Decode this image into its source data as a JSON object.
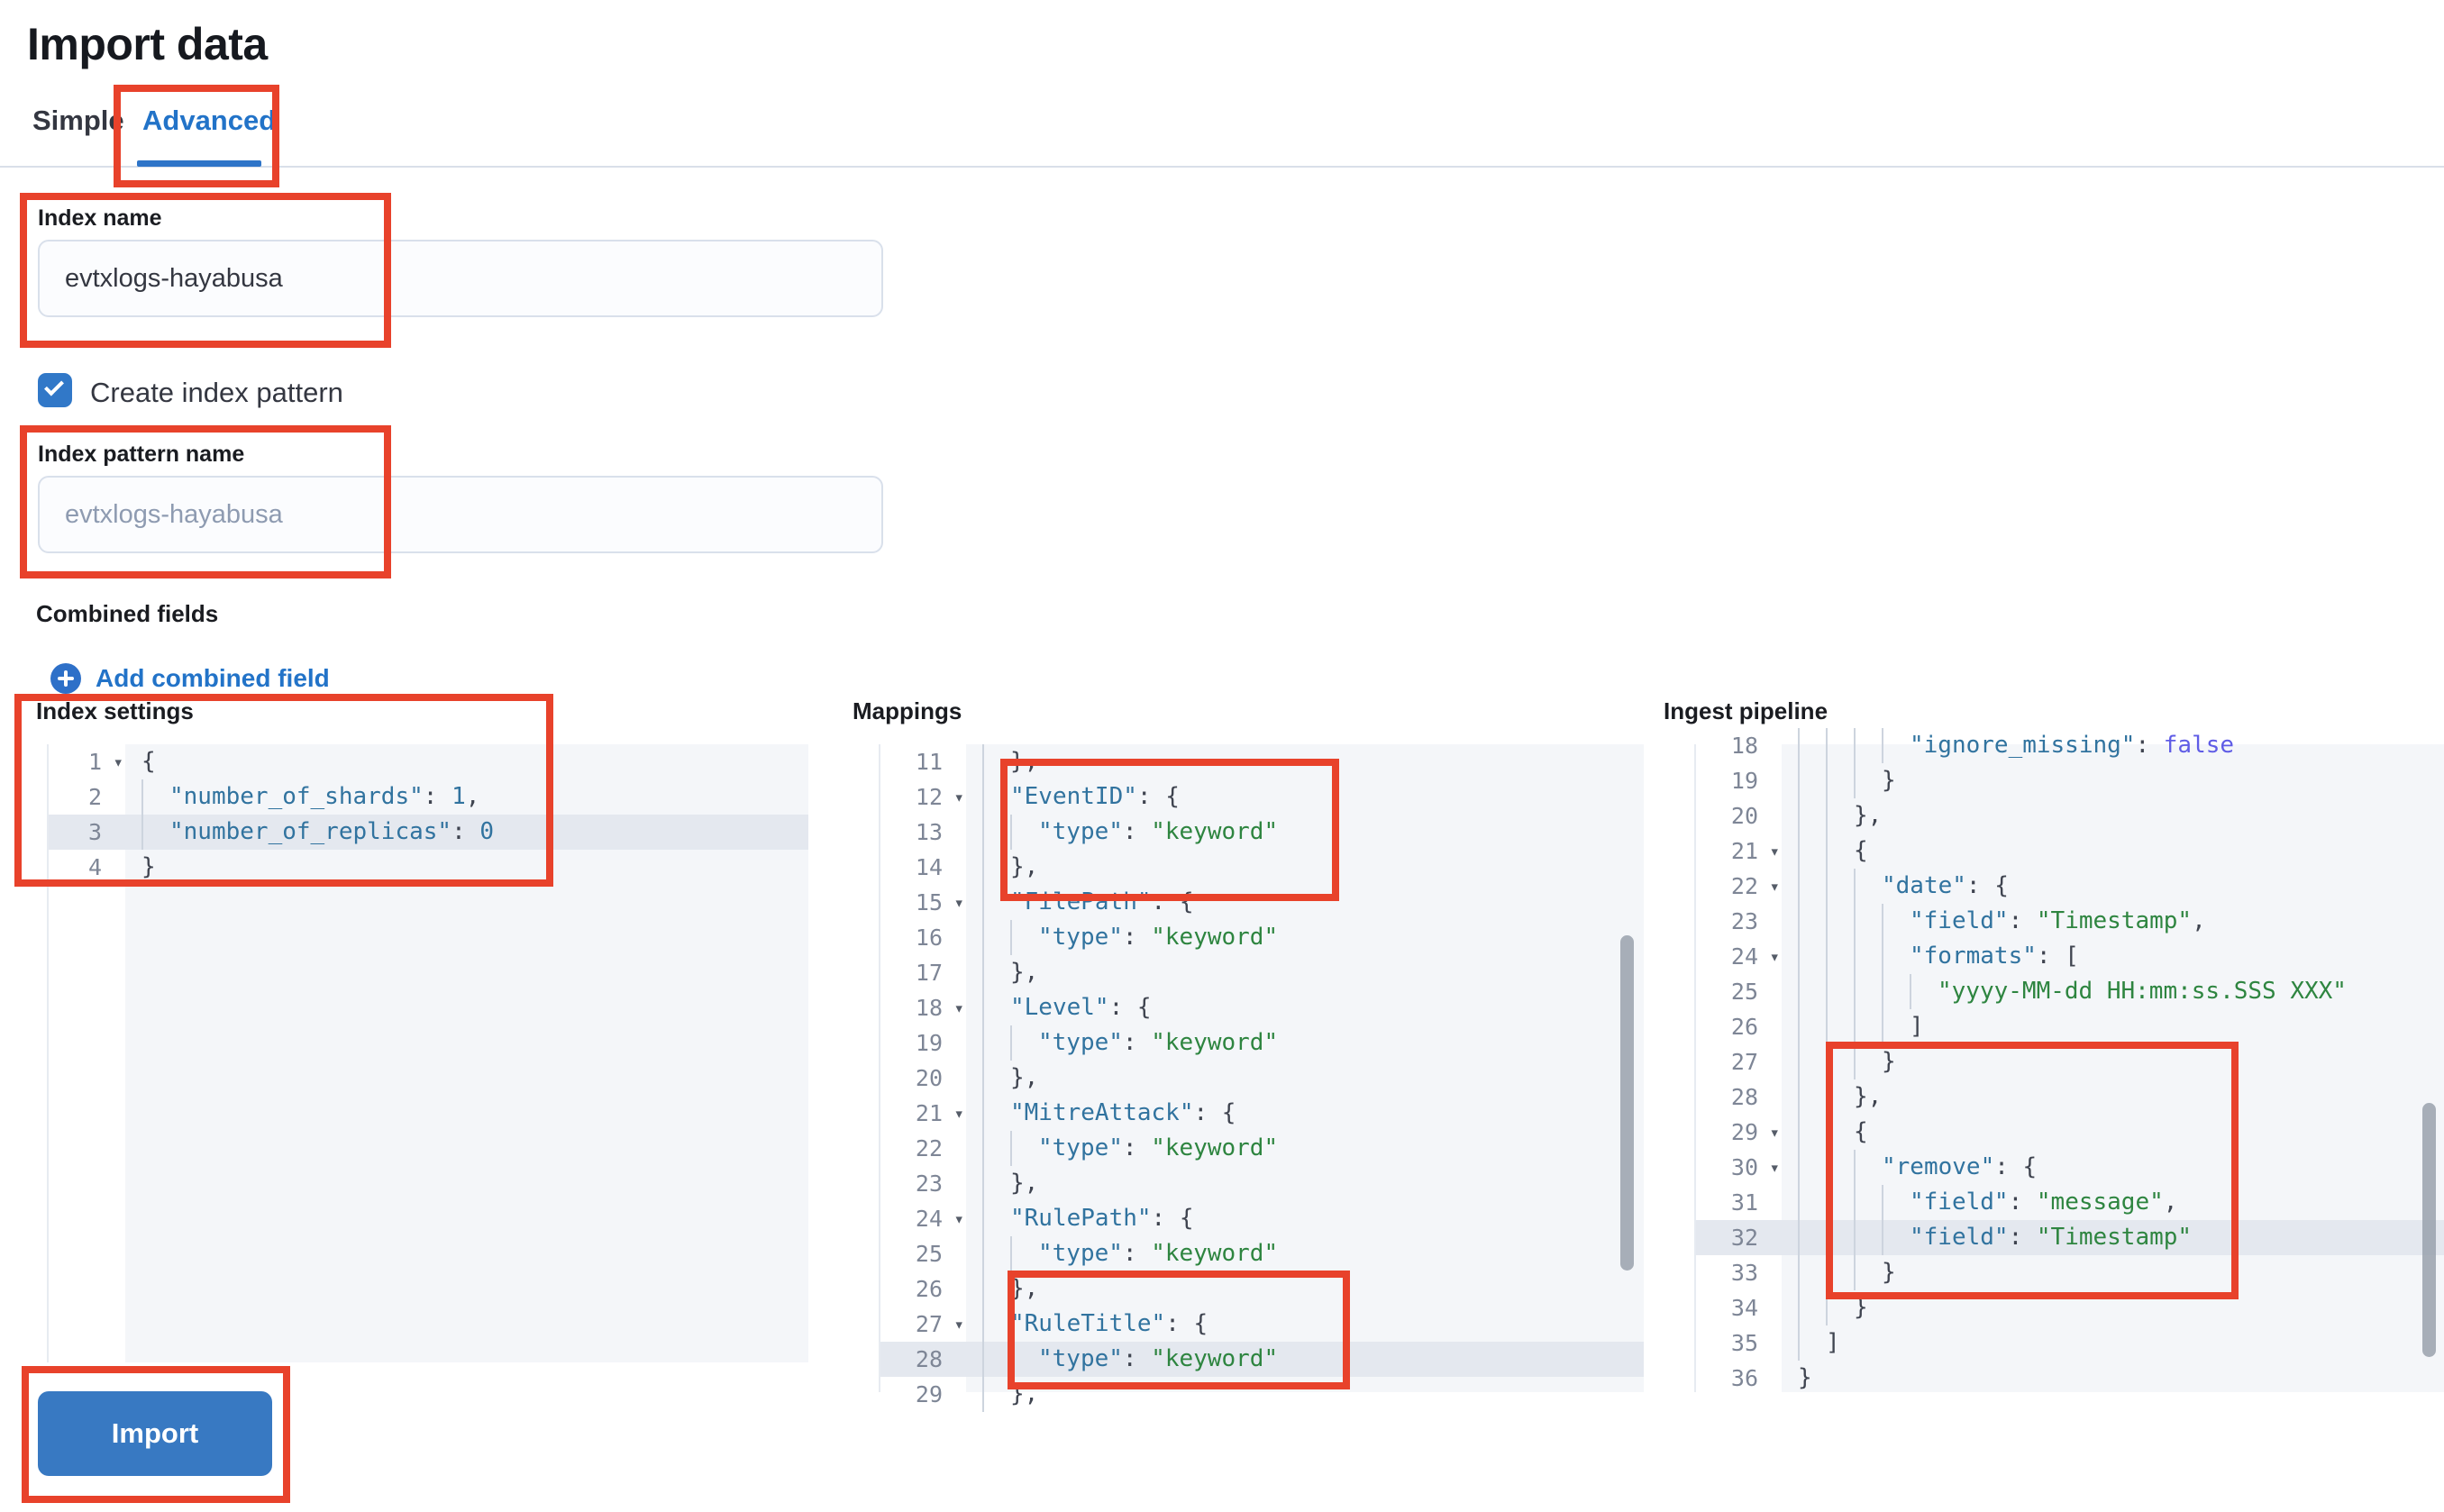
{
  "page": {
    "title": "Import data"
  },
  "tabs": [
    {
      "label": "Simple",
      "active": false
    },
    {
      "label": "Advanced",
      "active": true
    }
  ],
  "form": {
    "index_name": {
      "label": "Index name",
      "value": "evtxlogs-hayabusa"
    },
    "create_index_pattern": {
      "label": "Create index pattern",
      "checked": true
    },
    "index_pattern_name": {
      "label": "Index pattern name",
      "placeholder": "evtxlogs-hayabusa"
    },
    "combined_fields": {
      "label": "Combined fields",
      "add_link_label": "Add combined field"
    }
  },
  "import_button": {
    "label": "Import"
  },
  "colors": {
    "accent_blue": "#2273c8",
    "control_blue": "#3178c8",
    "button_blue": "#3879c2",
    "annotation_red": "#e8422b",
    "code_key": "#31739f",
    "code_string": "#2e8540",
    "code_boolean": "#5f5ce6",
    "code_punctuation": "#3f4450",
    "editor_highlight": "#e4e8ef"
  },
  "editors": {
    "fold_glyph": "▾",
    "index_settings": {
      "label": "Index settings",
      "lines": [
        {
          "n": "1",
          "f": true,
          "i": 0,
          "t": [
            [
              "p",
              "{"
            ]
          ]
        },
        {
          "n": "2",
          "i": 1,
          "t": [
            [
              "k",
              "\"number_of_shards\""
            ],
            [
              "p",
              ": "
            ],
            [
              "num",
              "1"
            ],
            [
              "p",
              ","
            ]
          ]
        },
        {
          "n": "3",
          "i": 1,
          "h": true,
          "t": [
            [
              "k",
              "\"number_of_replicas\""
            ],
            [
              "p",
              ": "
            ],
            [
              "num",
              "0"
            ]
          ]
        },
        {
          "n": "4",
          "i": 0,
          "t": [
            [
              "p",
              "}"
            ]
          ]
        }
      ]
    },
    "mappings": {
      "label": "Mappings",
      "lines": [
        {
          "n": "11",
          "i": 1,
          "t": [
            [
              "p",
              "},"
            ]
          ]
        },
        {
          "n": "12",
          "f": true,
          "i": 1,
          "t": [
            [
              "k",
              "\"EventID\""
            ],
            [
              "p",
              ": {"
            ]
          ]
        },
        {
          "n": "13",
          "i": 2,
          "t": [
            [
              "k",
              "\"type\""
            ],
            [
              "p",
              ": "
            ],
            [
              "s",
              "\"keyword\""
            ]
          ]
        },
        {
          "n": "14",
          "i": 1,
          "t": [
            [
              "p",
              "},"
            ]
          ]
        },
        {
          "n": "15",
          "f": true,
          "i": 1,
          "t": [
            [
              "k",
              "\"FilePath\""
            ],
            [
              "p",
              ": {"
            ]
          ]
        },
        {
          "n": "16",
          "i": 2,
          "t": [
            [
              "k",
              "\"type\""
            ],
            [
              "p",
              ": "
            ],
            [
              "s",
              "\"keyword\""
            ]
          ]
        },
        {
          "n": "17",
          "i": 1,
          "t": [
            [
              "p",
              "},"
            ]
          ]
        },
        {
          "n": "18",
          "f": true,
          "i": 1,
          "t": [
            [
              "k",
              "\"Level\""
            ],
            [
              "p",
              ": {"
            ]
          ]
        },
        {
          "n": "19",
          "i": 2,
          "t": [
            [
              "k",
              "\"type\""
            ],
            [
              "p",
              ": "
            ],
            [
              "s",
              "\"keyword\""
            ]
          ]
        },
        {
          "n": "20",
          "i": 1,
          "t": [
            [
              "p",
              "},"
            ]
          ]
        },
        {
          "n": "21",
          "f": true,
          "i": 1,
          "t": [
            [
              "k",
              "\"MitreAttack\""
            ],
            [
              "p",
              ": {"
            ]
          ]
        },
        {
          "n": "22",
          "i": 2,
          "t": [
            [
              "k",
              "\"type\""
            ],
            [
              "p",
              ": "
            ],
            [
              "s",
              "\"keyword\""
            ]
          ]
        },
        {
          "n": "23",
          "i": 1,
          "t": [
            [
              "p",
              "},"
            ]
          ]
        },
        {
          "n": "24",
          "f": true,
          "i": 1,
          "t": [
            [
              "k",
              "\"RulePath\""
            ],
            [
              "p",
              ": {"
            ]
          ]
        },
        {
          "n": "25",
          "i": 2,
          "t": [
            [
              "k",
              "\"type\""
            ],
            [
              "p",
              ": "
            ],
            [
              "s",
              "\"keyword\""
            ]
          ]
        },
        {
          "n": "26",
          "i": 1,
          "t": [
            [
              "p",
              "},"
            ]
          ]
        },
        {
          "n": "27",
          "f": true,
          "i": 1,
          "t": [
            [
              "k",
              "\"RuleTitle\""
            ],
            [
              "p",
              ": {"
            ]
          ]
        },
        {
          "n": "28",
          "i": 2,
          "h": true,
          "t": [
            [
              "k",
              "\"type\""
            ],
            [
              "p",
              ": "
            ],
            [
              "s",
              "\"keyword\""
            ]
          ]
        },
        {
          "n": "29",
          "i": 1,
          "t": [
            [
              "p",
              "},"
            ]
          ]
        }
      ]
    },
    "ingest_pipeline": {
      "label": "Ingest pipeline",
      "lines": [
        {
          "n": "18",
          "i": 4,
          "t": [
            [
              "k",
              "\"ignore_missing\""
            ],
            [
              "p",
              ": "
            ],
            [
              "b",
              "false"
            ]
          ]
        },
        {
          "n": "19",
          "i": 3,
          "t": [
            [
              "p",
              "}"
            ]
          ]
        },
        {
          "n": "20",
          "i": 2,
          "t": [
            [
              "p",
              "},"
            ]
          ]
        },
        {
          "n": "21",
          "f": true,
          "i": 2,
          "t": [
            [
              "p",
              "{"
            ]
          ]
        },
        {
          "n": "22",
          "f": true,
          "i": 3,
          "t": [
            [
              "k",
              "\"date\""
            ],
            [
              "p",
              ": {"
            ]
          ]
        },
        {
          "n": "23",
          "i": 4,
          "t": [
            [
              "k",
              "\"field\""
            ],
            [
              "p",
              ": "
            ],
            [
              "s",
              "\"Timestamp\""
            ],
            [
              "p",
              ","
            ]
          ]
        },
        {
          "n": "24",
          "f": true,
          "i": 4,
          "t": [
            [
              "k",
              "\"formats\""
            ],
            [
              "p",
              ": ["
            ]
          ]
        },
        {
          "n": "25",
          "i": 5,
          "t": [
            [
              "s",
              "\"yyyy-MM-dd HH:mm:ss.SSS XXX\""
            ]
          ]
        },
        {
          "n": "26",
          "i": 4,
          "t": [
            [
              "p",
              "]"
            ]
          ]
        },
        {
          "n": "27",
          "i": 3,
          "t": [
            [
              "p",
              "}"
            ]
          ]
        },
        {
          "n": "28",
          "i": 2,
          "t": [
            [
              "p",
              "},"
            ]
          ]
        },
        {
          "n": "29",
          "f": true,
          "i": 2,
          "t": [
            [
              "p",
              "{"
            ]
          ]
        },
        {
          "n": "30",
          "f": true,
          "i": 3,
          "t": [
            [
              "k",
              "\"remove\""
            ],
            [
              "p",
              ": {"
            ]
          ]
        },
        {
          "n": "31",
          "i": 4,
          "t": [
            [
              "k",
              "\"field\""
            ],
            [
              "p",
              ": "
            ],
            [
              "s",
              "\"message\""
            ],
            [
              "p",
              ","
            ]
          ]
        },
        {
          "n": "32",
          "i": 4,
          "h": true,
          "t": [
            [
              "k",
              "\"field\""
            ],
            [
              "p",
              ": "
            ],
            [
              "s",
              "\"Timestamp\""
            ]
          ]
        },
        {
          "n": "33",
          "i": 3,
          "t": [
            [
              "p",
              "}"
            ]
          ]
        },
        {
          "n": "34",
          "i": 2,
          "t": [
            [
              "p",
              "}"
            ]
          ]
        },
        {
          "n": "35",
          "i": 1,
          "t": [
            [
              "p",
              "]"
            ]
          ]
        },
        {
          "n": "36",
          "i": 0,
          "t": [
            [
              "p",
              "}"
            ]
          ]
        }
      ]
    }
  }
}
